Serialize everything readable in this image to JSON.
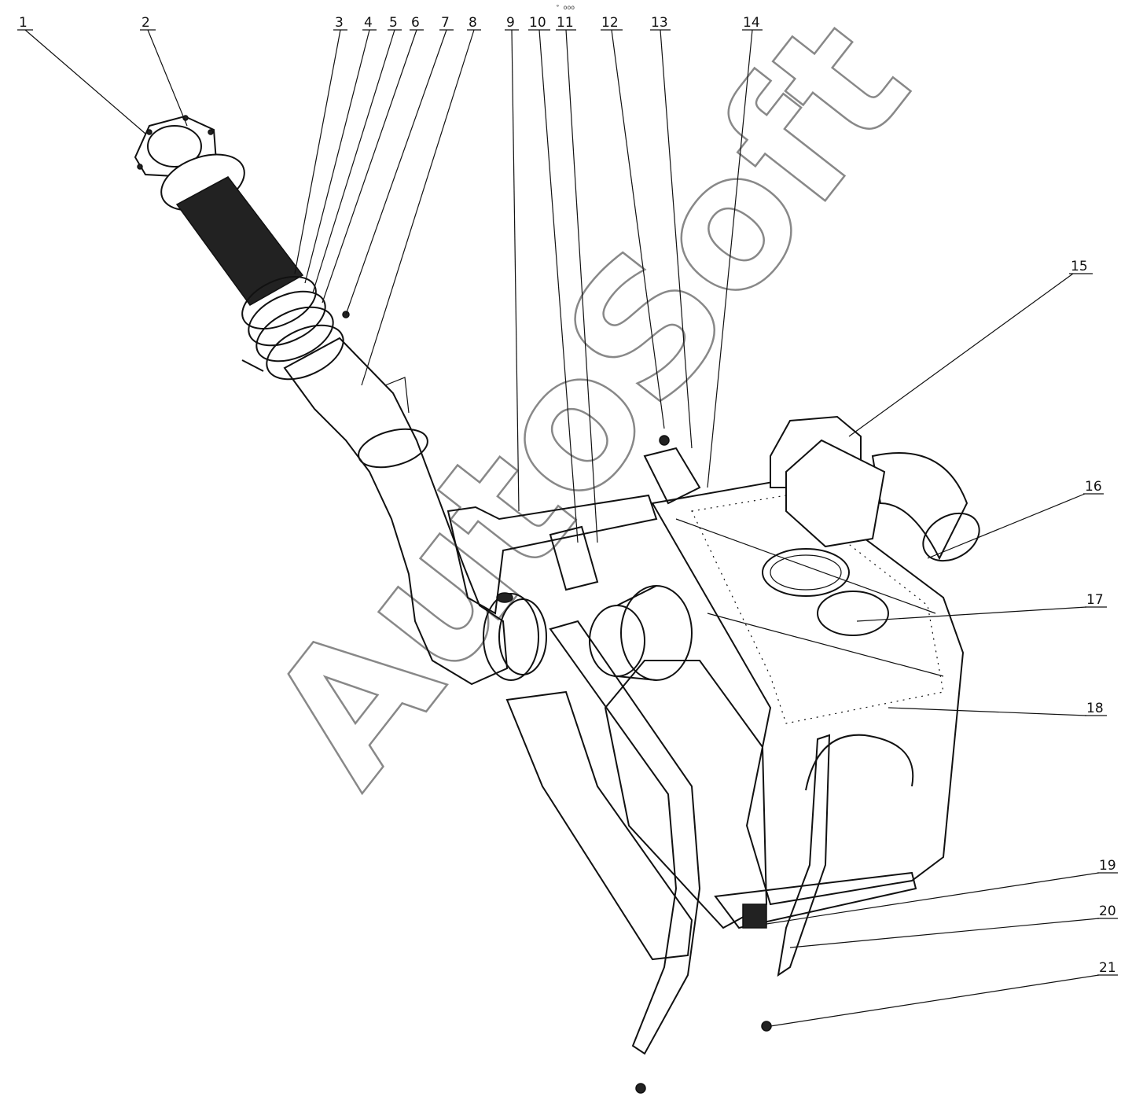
{
  "diagram": {
    "labels": [
      {
        "id": "1",
        "text": "1"
      },
      {
        "id": "2",
        "text": "2"
      },
      {
        "id": "3",
        "text": "3"
      },
      {
        "id": "4",
        "text": "4"
      },
      {
        "id": "5",
        "text": "5"
      },
      {
        "id": "6",
        "text": "6"
      },
      {
        "id": "7",
        "text": "7"
      },
      {
        "id": "8",
        "text": "8"
      },
      {
        "id": "9",
        "text": "9"
      },
      {
        "id": "10",
        "text": "10"
      },
      {
        "id": "11",
        "text": "11"
      },
      {
        "id": "12",
        "text": "12"
      },
      {
        "id": "13",
        "text": "13"
      },
      {
        "id": "14",
        "text": "14"
      },
      {
        "id": "15",
        "text": "15"
      },
      {
        "id": "16",
        "text": "16"
      },
      {
        "id": "17",
        "text": "17"
      },
      {
        "id": "18",
        "text": "18"
      },
      {
        "id": "19",
        "text": "19"
      },
      {
        "id": "20",
        "text": "20"
      },
      {
        "id": "21",
        "text": "21"
      }
    ],
    "watermark": "AutoSoft",
    "top_mark": "° ooo"
  }
}
